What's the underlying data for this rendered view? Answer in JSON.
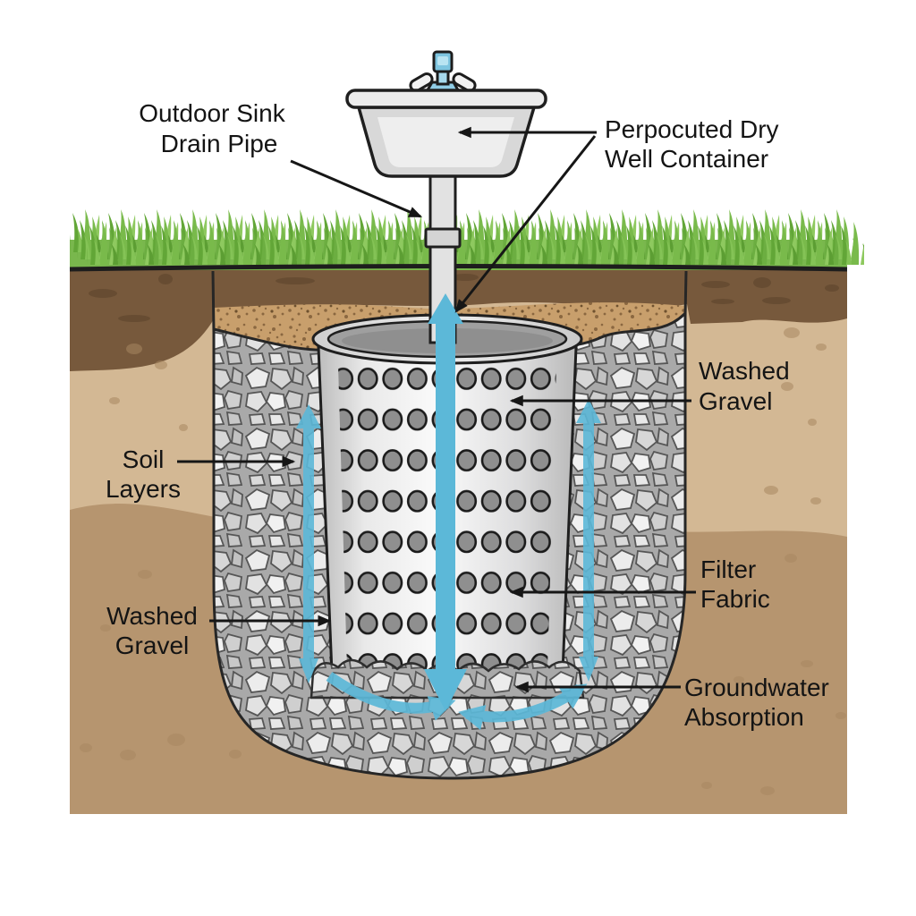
{
  "diagram": {
    "subject": "Outdoor sink dry well drainage cross-section illustration",
    "labels": {
      "outdoor_sink_drain_pipe": {
        "line1": "Outdoor Sink",
        "line2": "Drain Pipe"
      },
      "perforated_dry_well": {
        "line1": "Perpocuted Dry",
        "line2": "Well Container"
      },
      "washed_gravel_right": {
        "line1": "Washed",
        "line2": "Gravel"
      },
      "soil_layers": {
        "line1": "Soil",
        "line2": "Layers"
      },
      "washed_gravel_left": {
        "line1": "Washed",
        "line2": "Gravel"
      },
      "filter_fabric": {
        "line1": "Filter",
        "line2": "Fabric"
      },
      "groundwater_absorption": {
        "line1": "Groundwater",
        "line2": "Absorption"
      }
    },
    "colors": {
      "background": "#ffffff",
      "grass": "#79b74d",
      "topsoil_dark": "#77593c",
      "soil_light": "#d3b894",
      "soil_medium": "#b6956f",
      "sand_speckled": "#c89f6c",
      "gravel_base": "#a9a9a9",
      "container_body": "#e8e8e8",
      "container_hole": "#8f8f8f",
      "water_arrow_blue": "#5cb8d8",
      "outline_black": "#1a1a1a",
      "faucet_blue": "#8ccbe4"
    }
  }
}
